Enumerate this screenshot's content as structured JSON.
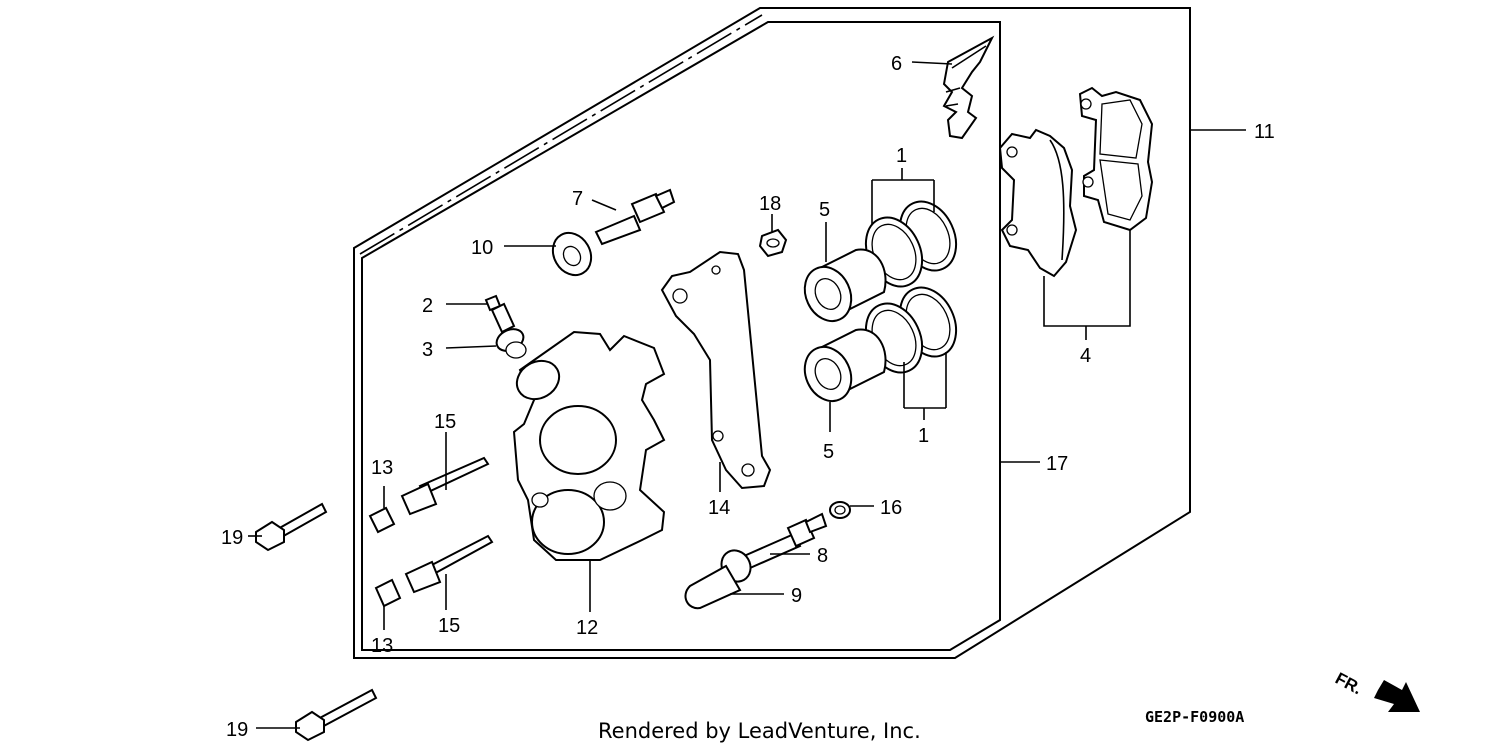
{
  "parts": [
    {
      "id": "callout-1-top",
      "label": "1"
    },
    {
      "id": "callout-1-bottom",
      "label": "1"
    },
    {
      "id": "callout-2",
      "label": "2"
    },
    {
      "id": "callout-3",
      "label": "3"
    },
    {
      "id": "callout-4",
      "label": "4"
    },
    {
      "id": "callout-5-top",
      "label": "5"
    },
    {
      "id": "callout-5-bottom",
      "label": "5"
    },
    {
      "id": "callout-6",
      "label": "6"
    },
    {
      "id": "callout-7",
      "label": "7"
    },
    {
      "id": "callout-8",
      "label": "8"
    },
    {
      "id": "callout-9",
      "label": "9"
    },
    {
      "id": "callout-10",
      "label": "10"
    },
    {
      "id": "callout-11",
      "label": "11"
    },
    {
      "id": "callout-12",
      "label": "12"
    },
    {
      "id": "callout-13-top",
      "label": "13"
    },
    {
      "id": "callout-13-bottom",
      "label": "13"
    },
    {
      "id": "callout-14",
      "label": "14"
    },
    {
      "id": "callout-15-top",
      "label": "15"
    },
    {
      "id": "callout-15-bottom",
      "label": "15"
    },
    {
      "id": "callout-16",
      "label": "16"
    },
    {
      "id": "callout-17",
      "label": "17"
    },
    {
      "id": "callout-18",
      "label": "18"
    },
    {
      "id": "callout-19-top",
      "label": "19"
    },
    {
      "id": "callout-19-bottom",
      "label": "19"
    }
  ],
  "footer": {
    "rendered_by": "Rendered by LeadVenture, Inc.",
    "diagram_code": "GE2P-F0900A",
    "direction_label": "FR."
  }
}
